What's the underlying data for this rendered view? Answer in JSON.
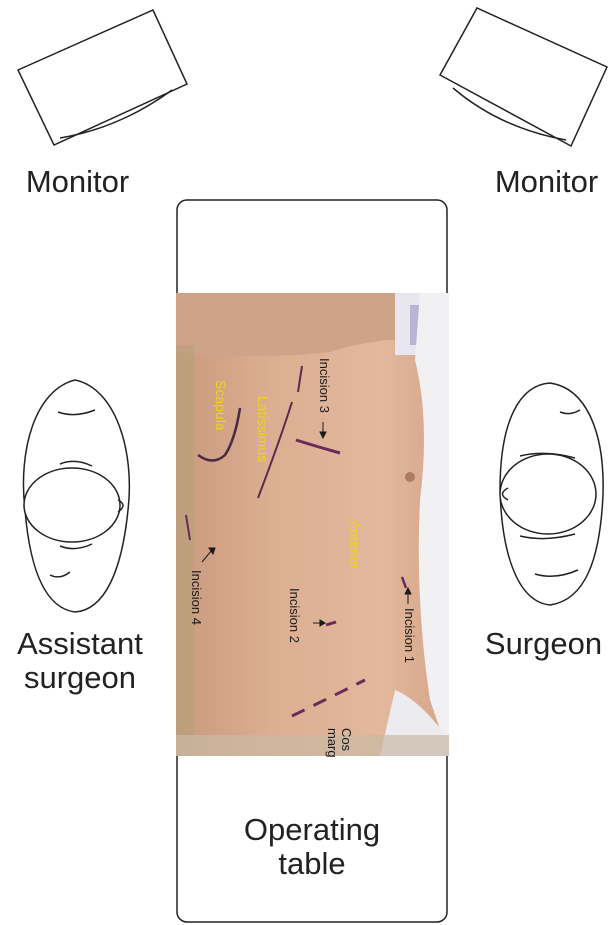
{
  "labels": {
    "monitor_left": "Monitor",
    "monitor_right": "Monitor",
    "assistant_line1": "Assistant",
    "assistant_line2": "surgeon",
    "surgeon": "Surgeon",
    "table_line1": "Operating",
    "table_line2": "table"
  },
  "photo": {
    "scapula": "Scapula",
    "latissimus": "Latissimus",
    "anterior": "Anterior",
    "incision_3": "Incision 3",
    "incision_4": "Incision 4",
    "incision_2": "Incision 2",
    "incision_1": "Incision 1",
    "costal_1": "Cos",
    "costal_2": "marg"
  },
  "colors": {
    "line": "#222222",
    "skin": "#dcae92",
    "anatomy_label": "#f2d21c",
    "marker": "#6a2a5a"
  }
}
